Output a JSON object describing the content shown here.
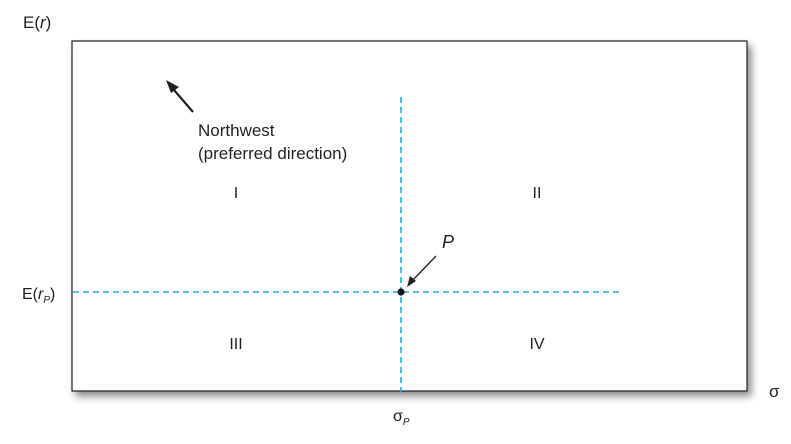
{
  "axes": {
    "y_label": {
      "main": "E(",
      "var": "r",
      "close": ")"
    },
    "x_label": "σ"
  },
  "guides": {
    "y_tick": {
      "main": "E(",
      "var": "r",
      "sub": "P",
      "close": ")"
    },
    "x_tick": {
      "main": "σ",
      "sub": "P"
    }
  },
  "annotations": {
    "northwest_line1": "Northwest",
    "northwest_line2": "(preferred direction)",
    "point_label": "P"
  },
  "quadrants": {
    "q1": "I",
    "q2": "II",
    "q3": "III",
    "q4": "IV"
  },
  "colors": {
    "frame": "#231f20",
    "guide_dash": "#29a8e0",
    "shadow": "#9a9a9a",
    "text": "#231f20"
  }
}
